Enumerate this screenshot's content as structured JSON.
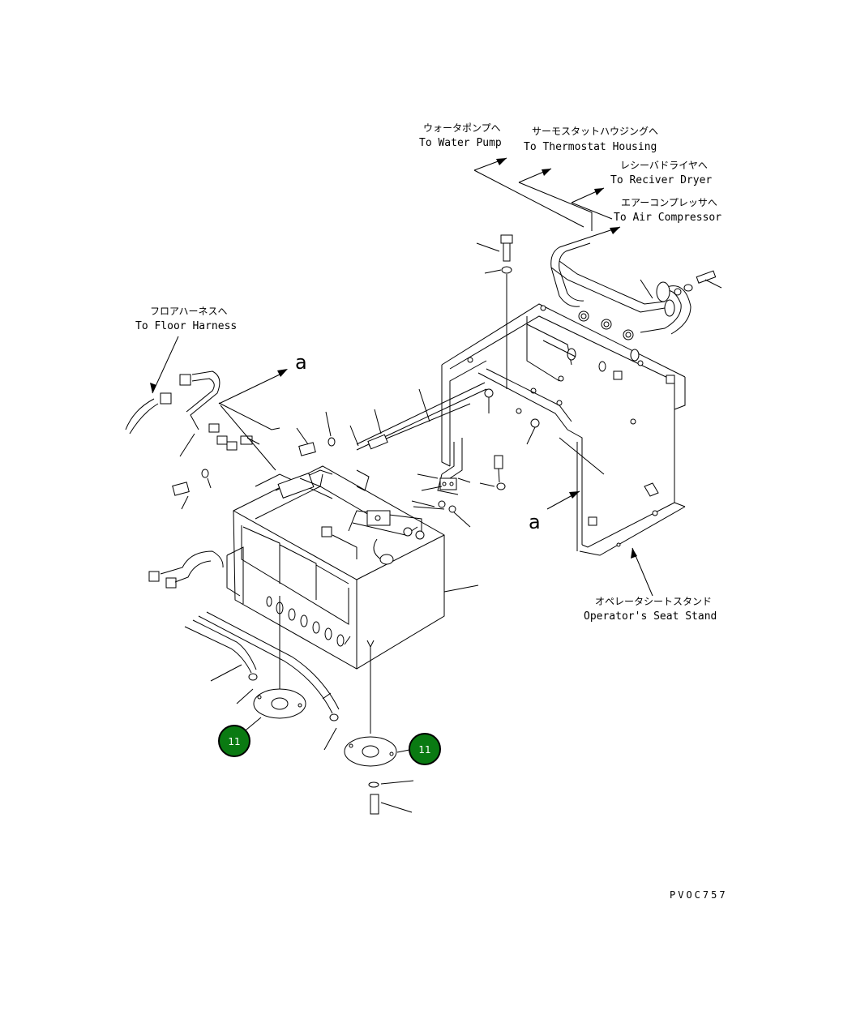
{
  "labels": {
    "water_pump_jp": "ウォータポンプへ",
    "water_pump_en": "To Water Pump",
    "thermostat_jp": "サーモスタットハウジングへ",
    "thermostat_en": "To Thermostat Housing",
    "receiver_jp": "レシーバドライヤへ",
    "receiver_en": "To Reciver Dryer",
    "compressor_jp": "エアーコンプレッサへ",
    "compressor_en": "To Air Compressor",
    "floor_jp": "フロアハーネスへ",
    "floor_en": "To Floor Harness",
    "seat_jp": "オペレータシートスタンド",
    "seat_en": "Operator's Seat Stand"
  },
  "view_markers": {
    "top": "a",
    "right": "a"
  },
  "callouts": [
    {
      "label": "11"
    },
    {
      "label": "11"
    }
  ],
  "drawing_code": "PVOC757"
}
